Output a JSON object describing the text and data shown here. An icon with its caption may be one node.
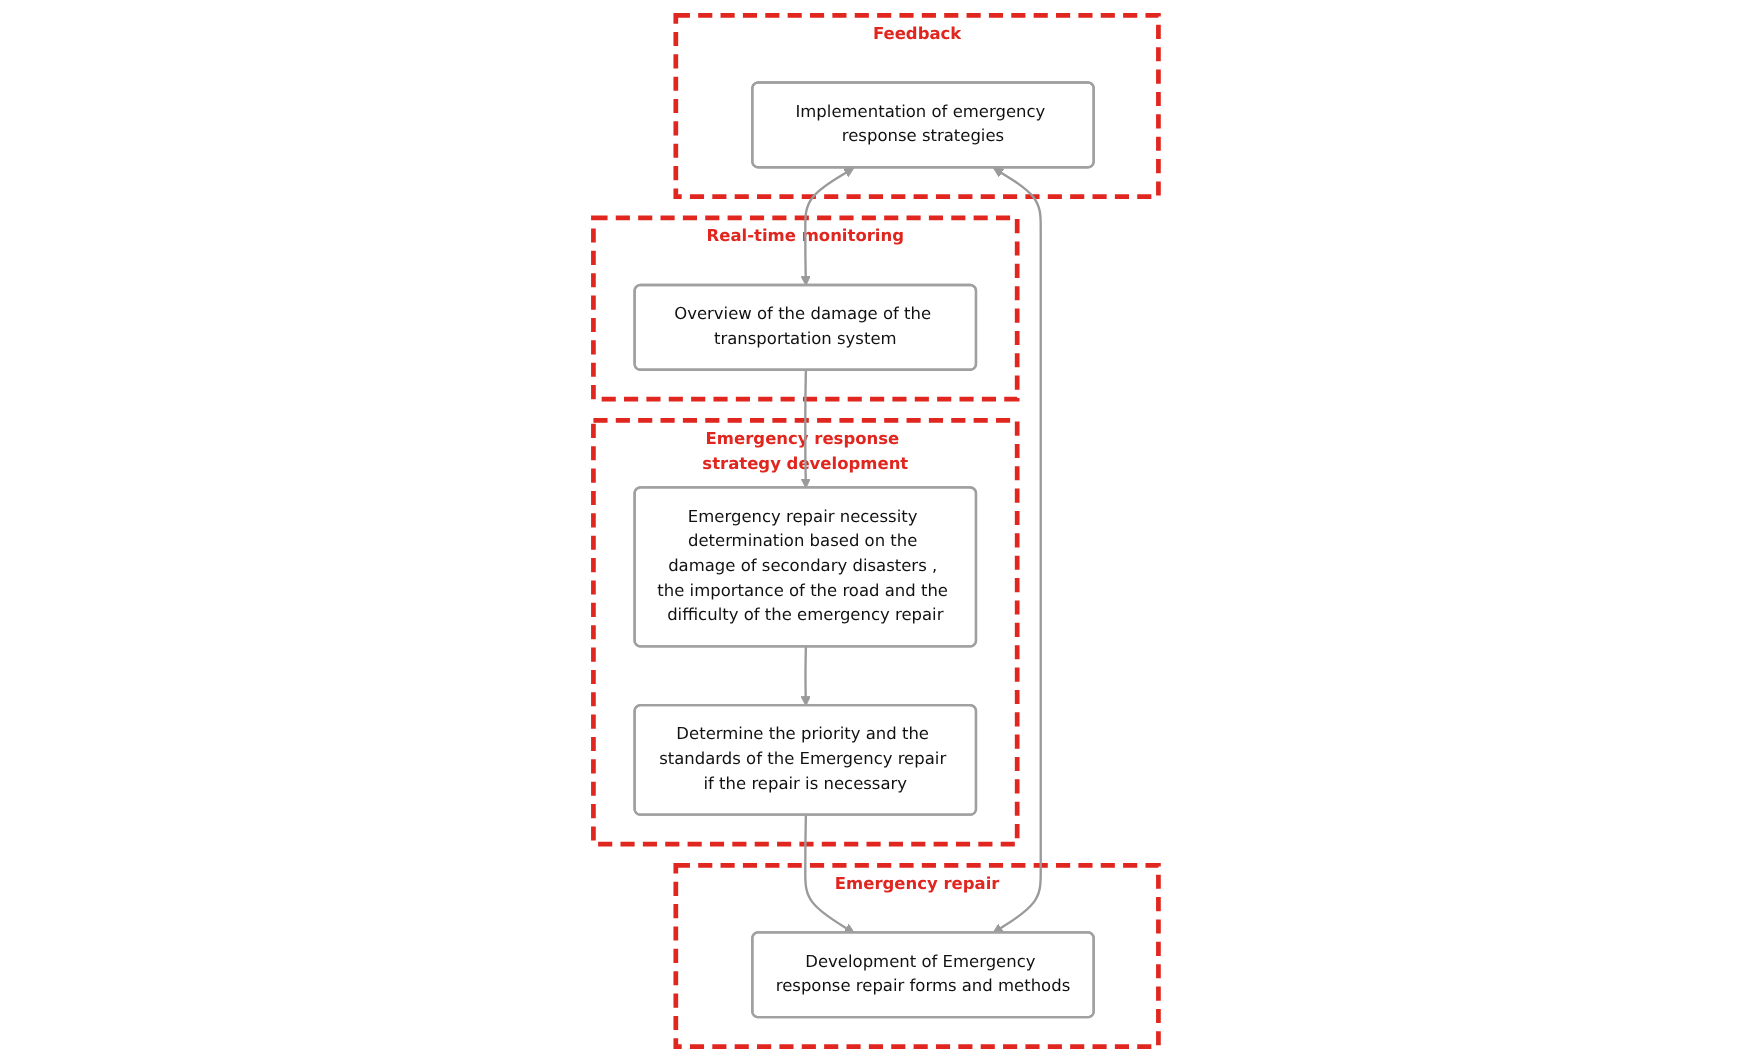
{
  "diagram": {
    "nodes": [
      {
        "text": [
          "Real-time monitoring"
        ]
      },
      {
        "text": [
          "Overview of the damage of the transportation system"
        ],
        "in": 0
      },
      {
        "text": [
          "Emergency response strategy development"
        ]
      },
      {
        "text": [
          "Emergency repair necessity determination based on the damage of secondary disasters , the importance of the road and the difficulty of the emergency repair"
        ],
        "in": 2
      },
      {
        "text": [
          "Determine the priority and the standards of the Emergency repair if the repair is necessary"
        ],
        "in": 2
      },
      {
        "text": [
          "Feedback"
        ]
      },
      {
        "text": [
          "Implementation of emergency response strategies"
        ],
        "in": 5
      },
      {
        "text": [
          "Emergency repair"
        ]
      },
      {
        "text": [
          "Development of Emergency response repair forms and methods"
        ],
        "in": 7
      }
    ],
    "edges": [
      {
        "from": 1,
        "to": 3,
        "arrow": "to"
      },
      {
        "from": 3,
        "to": 4,
        "arrow": "to"
      },
      {
        "from": 4,
        "to": 8,
        "arrow": "to"
      },
      {
        "from": 6,
        "to": 1,
        "arrow": "both"
      },
      {
        "from": 6,
        "to": 8,
        "arrow": "both"
      }
    ]
  }
}
